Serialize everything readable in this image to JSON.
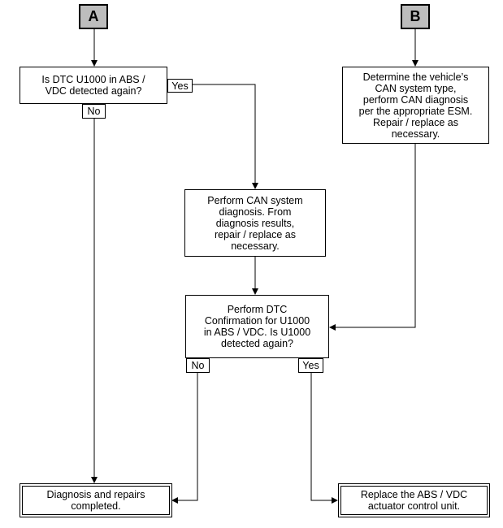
{
  "connectors": {
    "a": "A",
    "b": "B"
  },
  "nodes": {
    "q1": "Is DTC U1000 in ABS /\nVDC detected again?",
    "b_step": "Determine the vehicle’s\nCAN system type,\nperform CAN diagnosis\nper the appropriate ESM.\nRepair / replace as\nnecessary.",
    "can_diag": "Perform CAN system\ndiagnosis. From\ndiagnosis results,\nrepair / replace as\nnecessary.",
    "q2": "Perform DTC\nConfirmation for U1000\nin ABS / VDC. Is U1000\ndetected again?",
    "end_done": "Diagnosis and repairs\ncompleted.",
    "end_replace": "Replace the ABS / VDC\nactuator control unit."
  },
  "labels": {
    "q1_yes": "Yes",
    "q1_no": "No",
    "q2_no": "No",
    "q2_yes": "Yes"
  }
}
